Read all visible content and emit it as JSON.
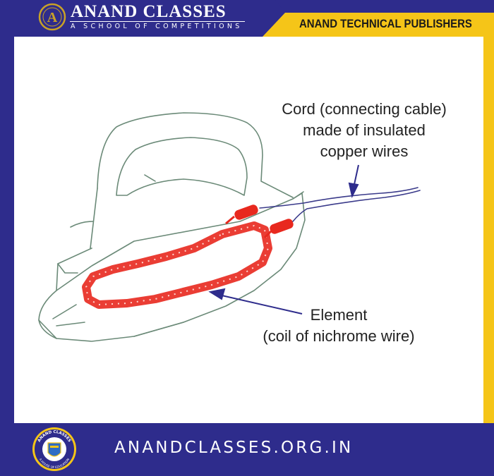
{
  "header": {
    "brand": "ANAND CLASSES",
    "tagline": "A SCHOOL OF COMPETITIONS",
    "publisher": "ANAND TECHNICAL PUBLISHERS",
    "badge_letter": "A"
  },
  "diagram": {
    "cord_label": [
      "Cord (connecting cable)",
      "made of insulated",
      "copper wires"
    ],
    "element_label": [
      "Element",
      "(coil of nichrome wire)"
    ]
  },
  "footer": {
    "url": "ANANDCLASSES.ORG.IN",
    "logo_top_text": "ANAND CLASSES",
    "logo_bottom_text": "A HOUSE OF EDUCATION"
  },
  "colors": {
    "brand_blue": "#2e2c8c",
    "accent_yellow": "#f5c518",
    "coil_red": "#e8281e",
    "iron_outline": "#5a7a6a"
  }
}
